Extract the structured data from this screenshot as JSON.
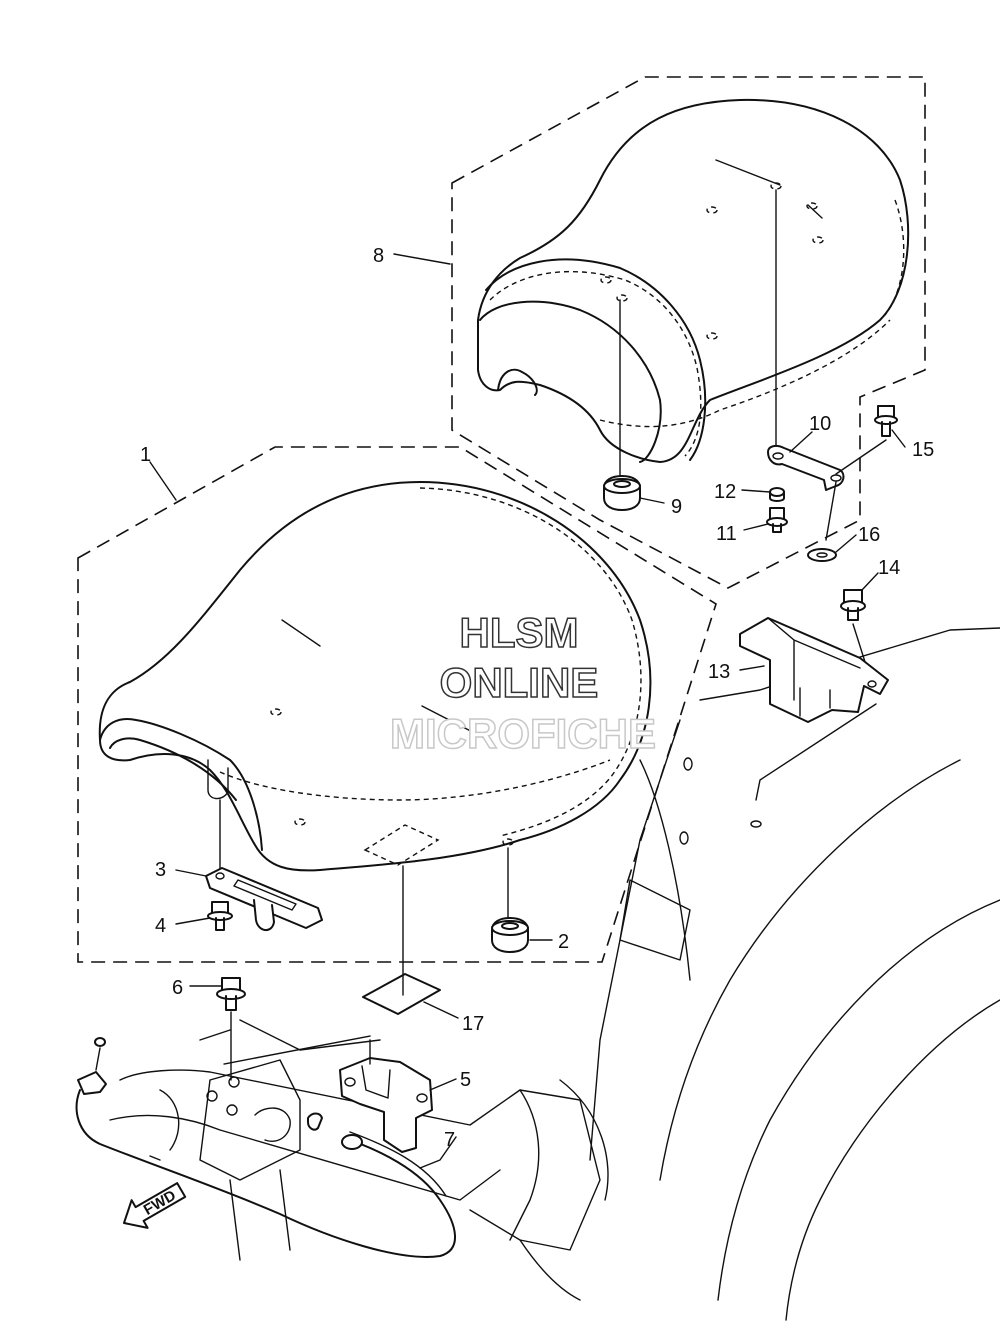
{
  "watermark": {
    "line1": "HLSM",
    "line2": "ONLINE",
    "line3": "MICROFICHE"
  },
  "direction_arrow": {
    "label": "FWD"
  },
  "callouts": [
    {
      "number": "1",
      "part": "front-seat"
    },
    {
      "number": "2",
      "part": "damper"
    },
    {
      "number": "3",
      "part": "bracket"
    },
    {
      "number": "4",
      "part": "bolt"
    },
    {
      "number": "5",
      "part": "lock-holder"
    },
    {
      "number": "6",
      "part": "bolt"
    },
    {
      "number": "7",
      "part": "cable"
    },
    {
      "number": "8",
      "part": "rear-seat"
    },
    {
      "number": "9",
      "part": "damper"
    },
    {
      "number": "10",
      "part": "bracket"
    },
    {
      "number": "11",
      "part": "bolt"
    },
    {
      "number": "12",
      "part": "collar"
    },
    {
      "number": "13",
      "part": "cover"
    },
    {
      "number": "14",
      "part": "bolt"
    },
    {
      "number": "15",
      "part": "bolt"
    },
    {
      "number": "16",
      "part": "washer"
    },
    {
      "number": "17",
      "part": "label"
    }
  ]
}
